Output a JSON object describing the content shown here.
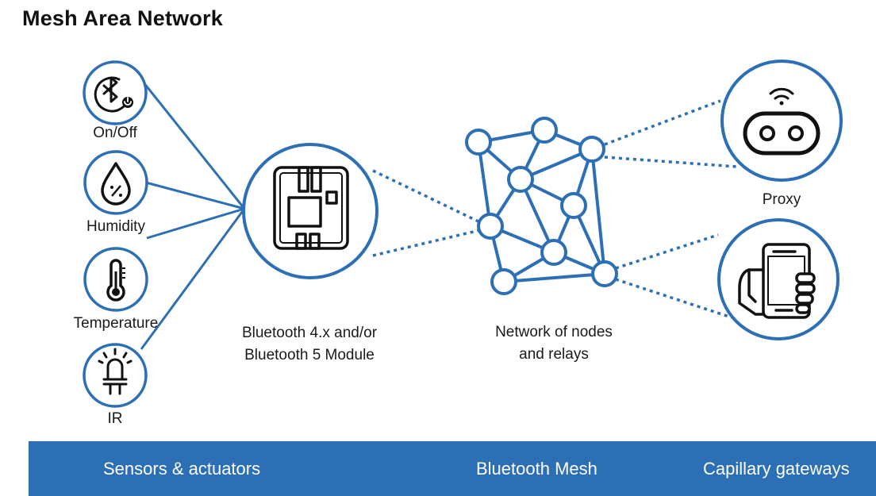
{
  "title": "Mesh Area Network",
  "colors": {
    "accent": "#2d6fb5",
    "footer": "#2d6fb5",
    "text": "#1a1a1a"
  },
  "sensors": [
    {
      "label": "On/Off",
      "icon": "bluetooth-power-icon"
    },
    {
      "label": "Humidity",
      "icon": "water-drop-percent-icon"
    },
    {
      "label": "Temperature",
      "icon": "thermometer-icon"
    },
    {
      "label": "IR",
      "icon": "ir-bulb-plug-icon"
    }
  ],
  "module": {
    "label_line1": "Bluetooth 4.x and/or",
    "label_line2": "Bluetooth 5 Module",
    "icon": "chip-module-icon"
  },
  "mesh": {
    "label_line1": "Network of nodes",
    "label_line2": "and relays"
  },
  "gateways": [
    {
      "label": "Proxy",
      "icon": "wifi-router-icon"
    },
    {
      "label": "",
      "icon": "hand-smartphone-icon"
    }
  ],
  "footer": {
    "sensors": "Sensors & actuators",
    "mesh": "Bluetooth Mesh",
    "gateways": "Capillary gateways"
  }
}
